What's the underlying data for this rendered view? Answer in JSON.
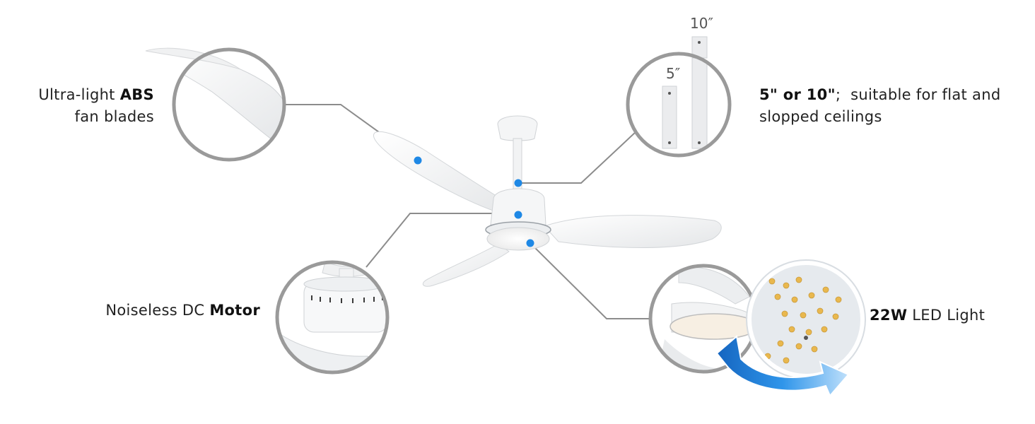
{
  "features": {
    "blades": {
      "prefix": "Ultra-light ",
      "bold": "ABS",
      "line2": "fan blades"
    },
    "downrod": {
      "bold": "5\" or 10\"",
      "suffix": ";  suitable for flat and",
      "line2": "slopped ceilings"
    },
    "motor": {
      "prefix": "Noiseless DC ",
      "bold": "Motor"
    },
    "light": {
      "bold": "22W",
      "suffix": " LED Light"
    }
  },
  "downrod_sizes": {
    "short": "5″",
    "long": "10″"
  },
  "colors": {
    "marker": "#1e88e5",
    "ring": "#9a9a9a",
    "leader": "#8c8c8c",
    "arrow": "#2b8be0"
  }
}
